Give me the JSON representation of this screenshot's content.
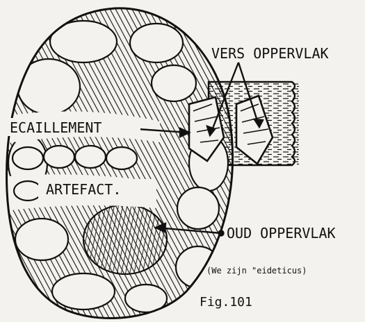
{
  "labels": {
    "top_right": "VERS OPPERVLAK",
    "left_upper": "ECAILLEMENT",
    "left_lower": "ARTEFACT.",
    "bottom_right": "OUD OPPERVLAK",
    "note": "(We zijn \"eideticus)",
    "figure": "Fig.101"
  },
  "colors": {
    "ink": "#111111",
    "paper": "#f4f2ee"
  }
}
